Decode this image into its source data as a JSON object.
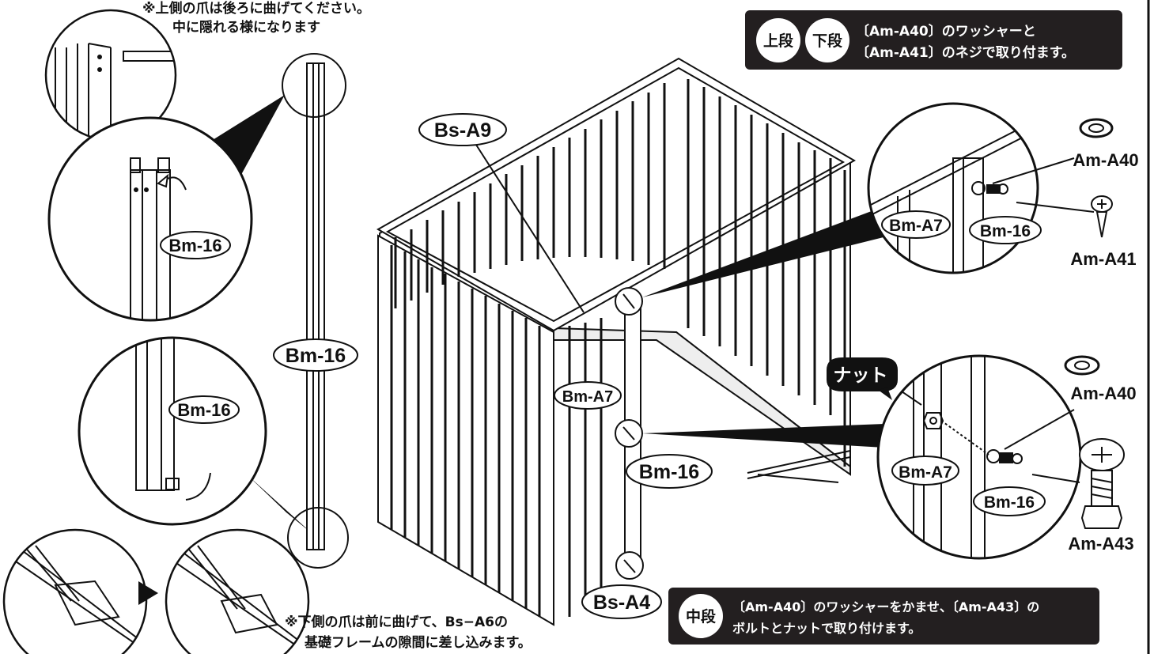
{
  "notes": {
    "top_line1": "※上側の爪は後ろに曲げてください。",
    "top_line2": "中に隠れる様になります",
    "bottom_line1": "※下側の爪は前に曲げて、Bs−A6の",
    "bottom_line2": "基礎フレームの隙間に差し込みます。"
  },
  "box_top": {
    "badge1": "上段",
    "badge2": "下段",
    "line1": "〔Am-A40〕のワッシャーと",
    "line2": "〔Am-A41〕のネジで取り付ます。"
  },
  "box_mid": {
    "badge": "中段",
    "line1": "〔Am-A40〕のワッシャーをかませ、〔Am-A43〕の",
    "line2": "ボルトとナットで取り付けます。"
  },
  "labels": {
    "bs_a9": "Bs-A9",
    "bm16_main": "Bm-16",
    "bm16_zoom_top": "Bm-16",
    "bm16_zoom_bottom": "Bm-16",
    "bm_a7_shed": "Bm-A7",
    "bm16_shed": "Bm-16",
    "bs_a4": "Bs-A4",
    "bm_a7_zoom1": "Bm-A7",
    "bm16_zoom1": "Bm-16",
    "bm_a7_zoom2": "Bm-A7",
    "bm16_zoom2": "Bm-16",
    "am_a40_1": "Am-A40",
    "am_a41": "Am-A41",
    "am_a40_2": "Am-A40",
    "am_a43": "Am-A43",
    "nut": "ナット"
  },
  "colors": {
    "ink": "#111111",
    "box_bg": "#231f20",
    "paper": "#ffffff"
  }
}
